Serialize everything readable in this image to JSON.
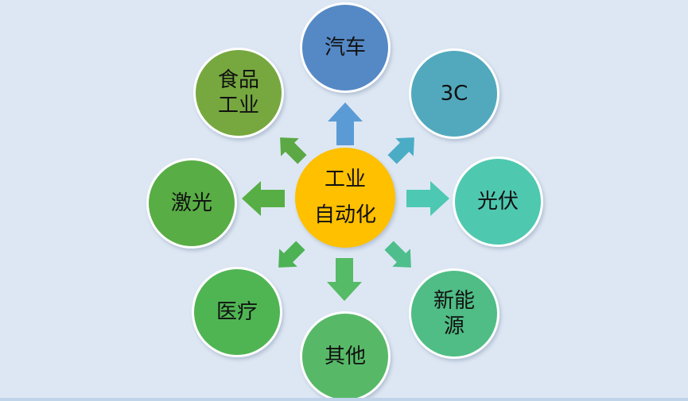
{
  "background": "#DDE7F3",
  "bottom_bar_color": "#BFD3E9",
  "center": {
    "label_lines": [
      "工业",
      "自动化"
    ],
    "color": "#FFC000",
    "text_color": "#111111"
  },
  "nodes": [
    {
      "id": "automotive",
      "label_lines": [
        "汽车"
      ],
      "color": "#5589C5",
      "arrow_color": "#5B9BD5",
      "direction": "up"
    },
    {
      "id": "3c",
      "label_lines": [
        "3C"
      ],
      "color": "#52A9BD",
      "arrow_color": "#4BACC6",
      "direction": "up-right"
    },
    {
      "id": "photovoltaic",
      "label_lines": [
        "光伏"
      ],
      "color": "#4FC8B0",
      "arrow_color": "#4DC8B2",
      "direction": "right"
    },
    {
      "id": "new-energy",
      "label_lines": [
        "新能",
        "源"
      ],
      "color": "#4FBD85",
      "arrow_color": "#4DBE8C",
      "direction": "down-right"
    },
    {
      "id": "others",
      "label_lines": [
        "其他"
      ],
      "color": "#57B967",
      "arrow_color": "#55BB66",
      "direction": "down"
    },
    {
      "id": "medical",
      "label_lines": [
        "医疗"
      ],
      "color": "#4FB553",
      "arrow_color": "#4CB254",
      "direction": "down-left"
    },
    {
      "id": "laser",
      "label_lines": [
        "激光"
      ],
      "color": "#58AD45",
      "arrow_color": "#56AE44",
      "direction": "left"
    },
    {
      "id": "food-industry",
      "label_lines": [
        "食品",
        "工业"
      ],
      "color": "#76A83F",
      "arrow_color": "#5BA845",
      "direction": "up-left"
    }
  ]
}
